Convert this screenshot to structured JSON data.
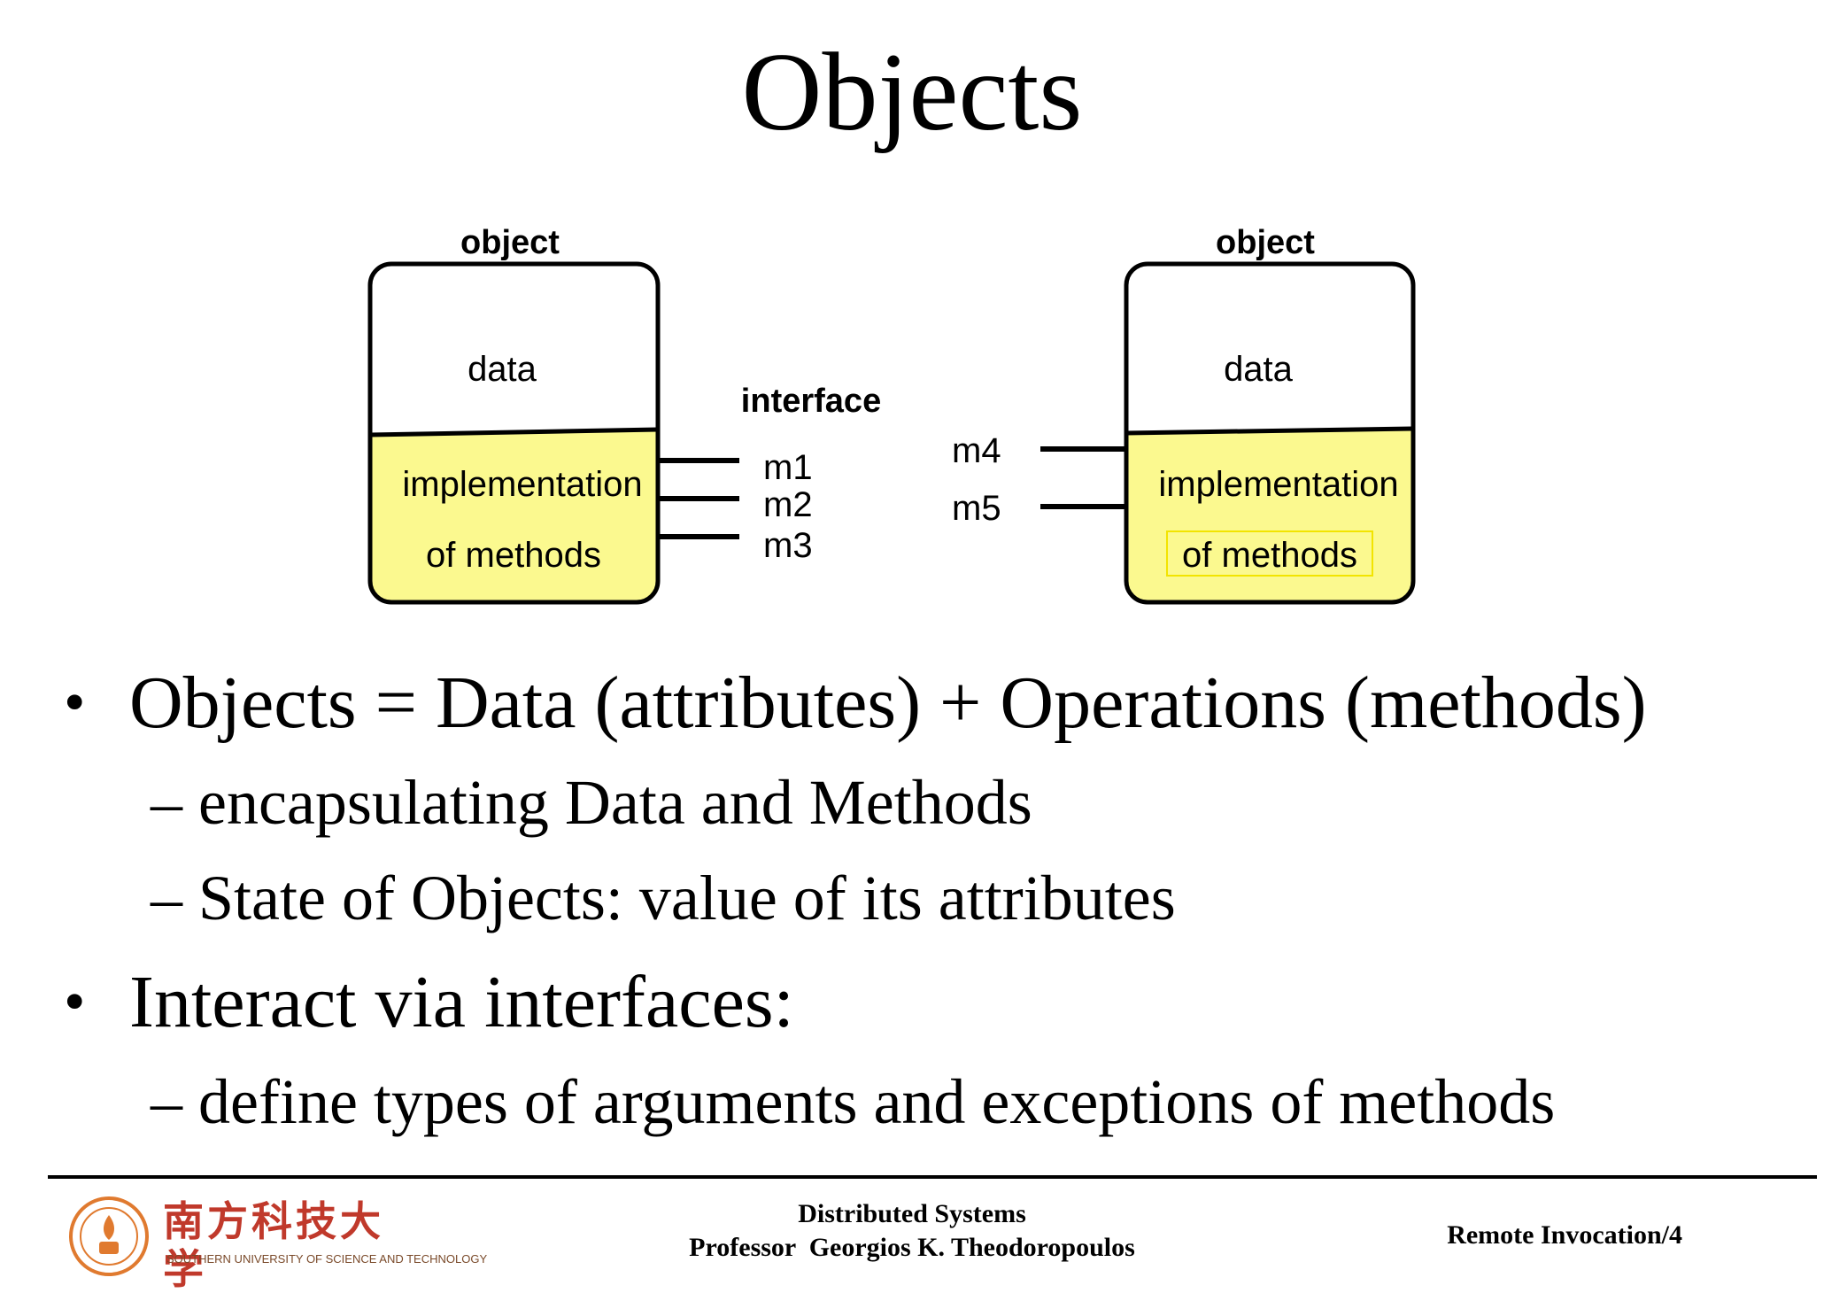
{
  "title": "Objects",
  "diagram": {
    "left_object": {
      "label": "object",
      "data_label": "data",
      "impl_line1": "implementation",
      "impl_line2": "of methods"
    },
    "right_object": {
      "label": "object",
      "data_label": "data",
      "impl_line1": "implementation",
      "impl_line2": "of methods"
    },
    "interface_label": "interface",
    "left_methods": [
      "m1",
      "m2",
      "m3"
    ],
    "right_methods": [
      "m4",
      "m5"
    ],
    "impl_fill_color": "#fbf98f"
  },
  "bullets": [
    {
      "text": "Objects = Data (attributes) + Operations (methods)",
      "subs": [
        "encapsulating Data and Methods",
        "State of Objects: value of its attributes"
      ]
    },
    {
      "text": "Interact via interfaces:",
      "subs": [
        "define types of arguments and exceptions of methods"
      ]
    }
  ],
  "footer": {
    "course": "Distributed Systems",
    "professor": "Professor  Georgios K. Theodoropoulos",
    "page": "Remote Invocation/4",
    "logo_cn": "南方科技大学",
    "logo_en": "SOUTHERN UNIVERSITY OF SCIENCE AND TECHNOLOGY"
  }
}
